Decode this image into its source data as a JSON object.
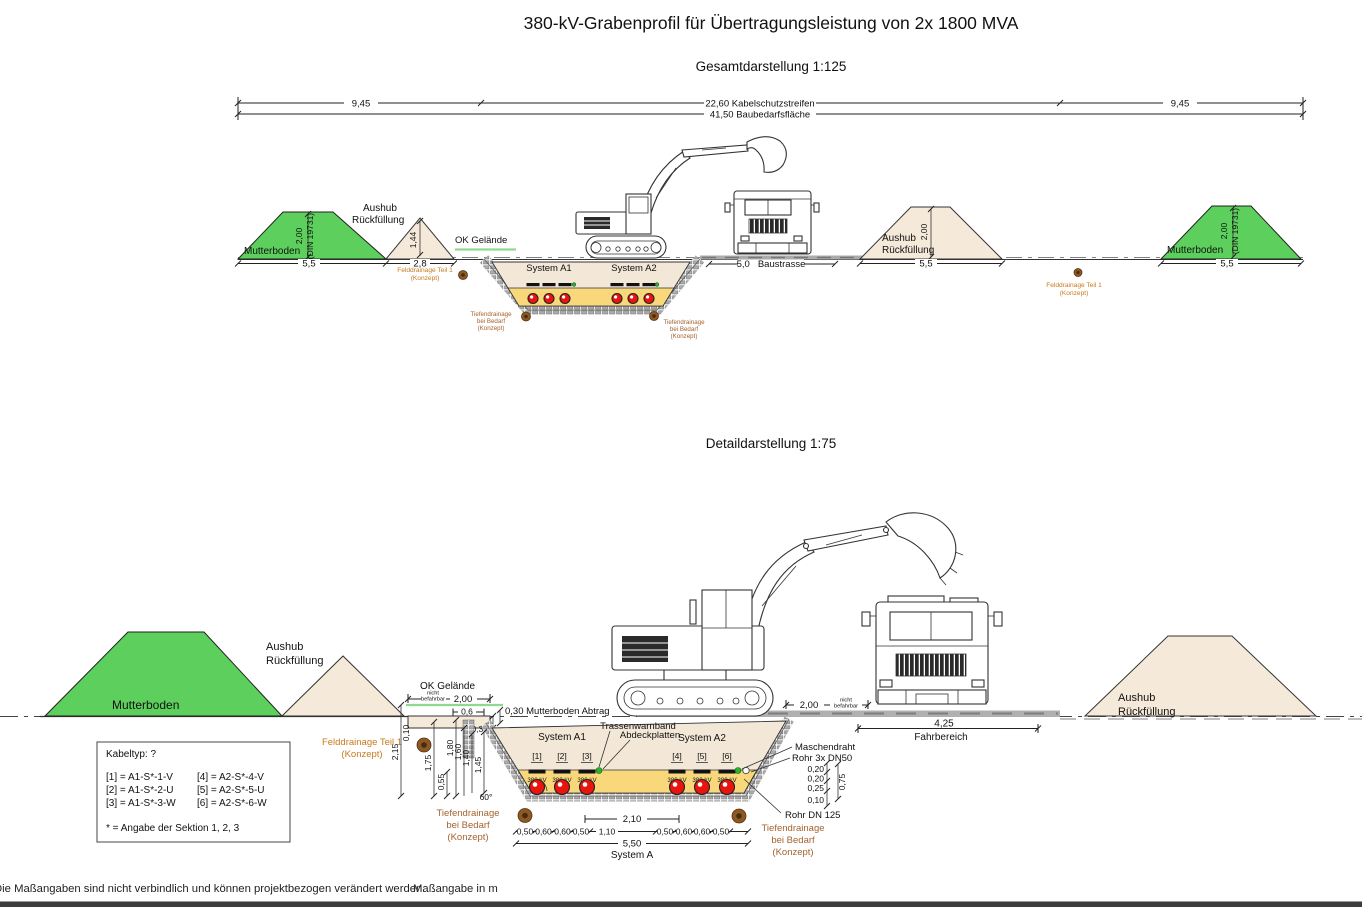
{
  "title": "380-kV-Grabenprofil für Übertragungsleistung von 2x 1800 MVA",
  "overview": {
    "subtitle": "Gesamtdarstellung 1:125",
    "dim_left": "9,45",
    "dim_cable_strip": "22,60 Kabelschutzstreifen",
    "dim_total": "41,50 Baubedarfsfläche",
    "dim_right": "9,45",
    "left_mound": {
      "label": "Mutterboden",
      "height": "2,00",
      "din": "(DIN 19731)",
      "width": "5,5"
    },
    "aushub_mound": {
      "line1": "Aushub",
      "line2": "Rückfüllung",
      "height": "1,44",
      "width": "2,8"
    },
    "ok_gelaende": "OK Gelände",
    "felddrainage_left": {
      "line1": "Felddrainage Teil 1",
      "line2": "(Konzept)"
    },
    "trench": {
      "system_a1": "System A1",
      "system_a2": "System A2"
    },
    "tiefendrainage_left": {
      "line1": "Tiefendrainage",
      "line2": "bei Bedarf",
      "line3": "(Konzept)"
    },
    "tiefendrainage_right": {
      "line1": "Tiefendrainage",
      "line2": "bei Bedarf",
      "line3": "(Konzept)"
    },
    "baustrasse": {
      "dim": "5,0",
      "label": "Baustrasse"
    },
    "aushub_right": {
      "line1": "Aushub",
      "line2": "Rückfüllung",
      "height": "2,00",
      "width": "5,5"
    },
    "felddrainage_right": {
      "line1": "Felddrainage Teil 1",
      "line2": "(Konzept)"
    },
    "right_mound": {
      "label": "Mutterboden",
      "height": "2,00",
      "din": "(DIN 19731)",
      "width": "5,5"
    }
  },
  "detail": {
    "subtitle": "Detaildarstellung 1:75",
    "mutterboden": "Mutterboden",
    "aushub": {
      "line1": "Aushub",
      "line2": "Rückfüllung"
    },
    "aushub_right": {
      "line1": "Aushub",
      "line2": "Rückfüllung"
    },
    "felddrainage": {
      "line1": "Felddrainage Teil 1",
      "line2": "(Konzept)"
    },
    "ok_gelaende": "OK Gelände",
    "nicht": "nicht",
    "befahrbar": "befahrbar",
    "dim_200": "2,00",
    "dim_06": "0,6",
    "abtrag": "0,30 Mutterboden Abtrag",
    "dim_030": "0,30",
    "dim_215": "2,15",
    "dim_010": "0,10",
    "dim_175": "1,75",
    "dim_055": "0,55",
    "dim_180": "1,80",
    "dim_160": "1,60",
    "dim_140": "1,40",
    "dim_145": "1,45",
    "system_a1": "System A1",
    "system_a2": "System A2",
    "trassenwarnband": "Trassenwarnband",
    "abdeckplatten": "Abdeckplatten",
    "cables": {
      "c1": "[1]",
      "c2": "[2]",
      "c3": "[3]",
      "c4": "[4]",
      "c5": "[5]",
      "c6": "[6]",
      "kv": "380 kV"
    },
    "maschendraht": "Maschendraht",
    "rohr_3x": "Rohr 3x DN50",
    "rohr_dn125": "Rohr DN 125",
    "dim_020": "0,20",
    "dim_025": "0,25",
    "dim_010b": "0,10",
    "dim_075": "0,75",
    "angle": "60°",
    "tiefendrainage_left": {
      "line1": "Tiefendrainage",
      "line2": "bei Bedarf",
      "line3": "(Konzept)"
    },
    "tiefendrainage_right": {
      "line1": "Tiefendrainage",
      "line2": "bei Bedarf",
      "line3": "(Konzept)"
    },
    "dim_210": "2,10",
    "dim_050": "0,50",
    "dim_060": "0,60",
    "dim_110": "1,10",
    "dim_550": "5,50",
    "system_a": "System A",
    "dim_200_right": "2,00",
    "dim_425": "4,25",
    "fahrbereich": "Fahrbereich"
  },
  "cable_box": {
    "title": "Kabeltyp: ?",
    "rows": [
      [
        "[1] = A1-S*-1-V",
        "[4] = A2-S*-4-V"
      ],
      [
        "[2] = A1-S*-2-U",
        "[5] = A2-S*-5-U"
      ],
      [
        "[3] = A1-S*-3-W",
        "[6] = A2-S*-6-W"
      ]
    ],
    "footnote": "* = Angabe der Sektion 1, 2, 3"
  },
  "footer": {
    "note": "Die Maßangaben sind nicht verbindlich und können projektbezogen verändert werden.",
    "unit": "Maßangabe in m"
  },
  "colors": {
    "topsoil_green": "#5ccf5c",
    "excavated_beige": "#f5e9da",
    "sand_bed": "#f8d87b",
    "cable_red": "#e8150f",
    "marker_green": "#2db32d",
    "drainage_brown": "#8a5a24",
    "annotation_orange": "#c87a1e",
    "annotation_brown": "#a5622d"
  }
}
